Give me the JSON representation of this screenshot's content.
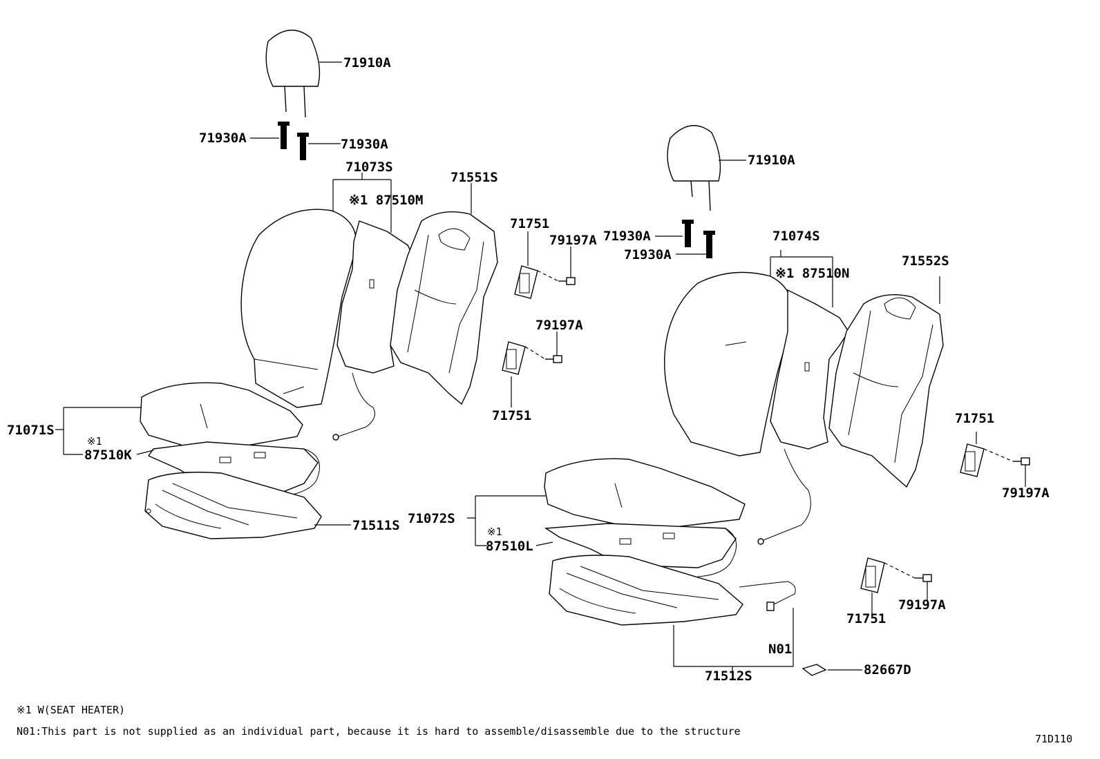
{
  "labels": {
    "l_71910A_1": "71910A",
    "l_71930A_1": "71930A",
    "l_71930A_2": "71930A",
    "l_71073S": "71073S",
    "l_87510M": "※1 87510M",
    "l_71551S": "71551S",
    "l_71751_1": "71751",
    "l_79197A_1": "79197A",
    "l_79197A_2": "79197A",
    "l_71751_2": "71751",
    "l_71071S": "71071S",
    "l_mark_K": "※1",
    "l_87510K": "87510K",
    "l_71511S": "71511S",
    "l_71910A_2": "71910A",
    "l_71930A_3": "71930A",
    "l_71930A_4": "71930A",
    "l_71074S": "71074S",
    "l_87510N": "※1 87510N",
    "l_71552S": "71552S",
    "l_71751_3": "71751",
    "l_79197A_3": "79197A",
    "l_71072S": "71072S",
    "l_mark_L": "※1",
    "l_87510L": "87510L",
    "l_71751_4": "71751",
    "l_79197A_4": "79197A",
    "l_N01": "N01",
    "l_71512S": "71512S",
    "l_82667D": "82667D"
  },
  "notes": {
    "note1": "※1 W(SEAT HEATER)",
    "note2": "N01:This part is not supplied as an individual part, because it is hard to assemble/disassemble due to the structure"
  },
  "figure_id": "71D110"
}
